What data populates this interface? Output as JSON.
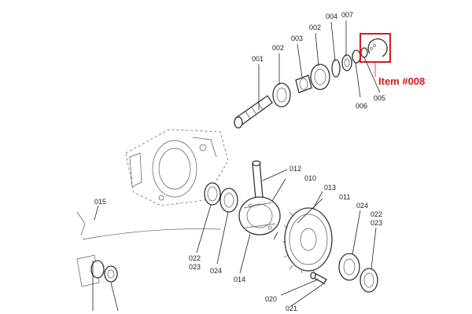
{
  "diagram": {
    "labels": {
      "p001": "001",
      "p002a": "002",
      "p002b": "002",
      "p003": "003",
      "p004": "004",
      "p007": "007",
      "p005": "005",
      "p006": "006",
      "p010": "010",
      "p011": "011",
      "p012": "012",
      "p013": "013",
      "p014": "014",
      "p015": "015",
      "p020": "020",
      "p021": "021",
      "p022a": "022",
      "p023a": "023",
      "p024a": "024",
      "p024b": "024",
      "p022b": "022",
      "p023b": "023"
    },
    "callout": {
      "text": "Item #008",
      "color": "#d41c1c"
    }
  }
}
